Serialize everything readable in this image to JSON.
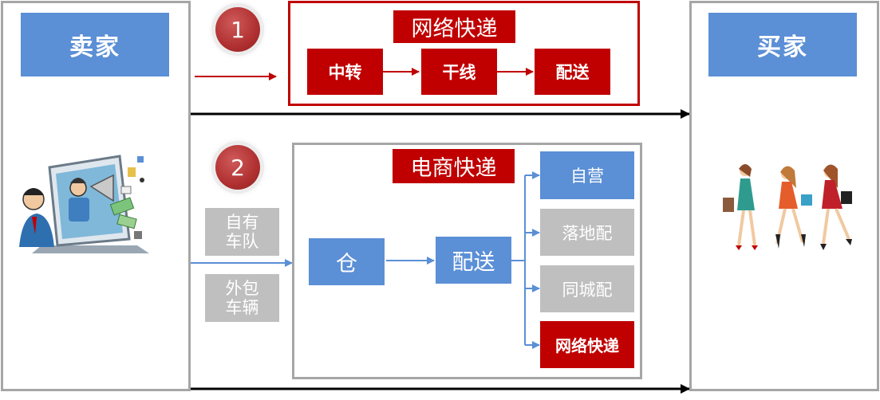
{
  "seller": {
    "title": "卖家"
  },
  "buyer": {
    "title": "买家"
  },
  "route1": {
    "number": "1",
    "title": "网络快递",
    "steps": [
      "中转",
      "干线",
      "配送"
    ]
  },
  "route2": {
    "number": "2",
    "title": "电商快递",
    "sources": [
      "自有\n车队",
      "外包\n车辆"
    ],
    "warehouse": "仓",
    "delivery": "配送",
    "outlets": [
      "自营",
      "落地配",
      "同城配",
      "网络快递"
    ]
  },
  "colors": {
    "red": "#c00000",
    "blue": "#5b8fd6",
    "gray": "#bfbfbf",
    "panel_border": "#a6a6a6"
  },
  "icons": {
    "seller": "seller-laptop-illustration",
    "buyer": "shopping-women-illustration"
  }
}
